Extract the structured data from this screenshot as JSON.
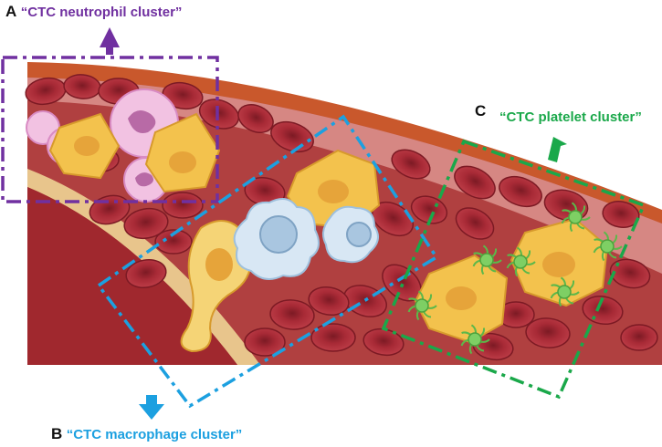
{
  "panels": [
    {
      "letter": "A",
      "caption": "“CTC neutrophil cluster”",
      "color": "#7030a0"
    },
    {
      "letter": "B",
      "caption": "“CTC macrophage cluster”",
      "color": "#1ca0e0"
    },
    {
      "letter": "C",
      "caption": "“CTC platelet cluster”",
      "color": "#1aa84a"
    }
  ],
  "colors": {
    "vessel_wall": "#c0502a",
    "vessel_lumen": "#a83838",
    "rbc": "#b0303a",
    "rbc_dark": "#7c1a24",
    "ctc": "#f3c24d",
    "ctc_nucleus": "#e6a43a",
    "neutrophil": "#f2c2e2",
    "macrophage": "#cfe2f2",
    "platelet": "#7ecf64",
    "tumor_tail": "#f5d476"
  },
  "icons": [
    "arrow-up-icon",
    "arrow-down-icon"
  ]
}
